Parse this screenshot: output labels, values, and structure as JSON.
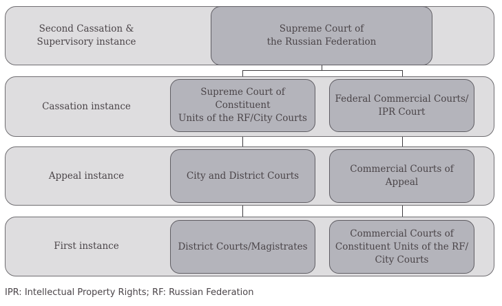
{
  "title": "Court hierarchy in the Russian Federation",
  "rows": [
    {
      "label": "Second Cassation & Supervisory instance",
      "label_lines": [
        "Second Cassation &",
        "Supervisory instance"
      ],
      "courts": [
        {
          "lines": [
            "Supreme Court of",
            "the Russian Federation"
          ]
        }
      ]
    },
    {
      "label": "Cassation instance",
      "label_lines": [
        "Cassation instance"
      ],
      "courts": [
        {
          "lines": [
            "Supreme Court of Constituent",
            "Units of the RF/City Courts"
          ]
        },
        {
          "lines": [
            "Federal Commercial Courts/",
            "IPR Court"
          ]
        }
      ]
    },
    {
      "label": "Appeal instance",
      "label_lines": [
        "Appeal instance"
      ],
      "courts": [
        {
          "lines": [
            "City and District Courts"
          ]
        },
        {
          "lines": [
            "Commercial Courts of Appeal"
          ]
        }
      ]
    },
    {
      "label": "First instance",
      "label_lines": [
        "First instance"
      ],
      "courts": [
        {
          "lines": [
            "District Courts/Magistrates"
          ]
        },
        {
          "lines": [
            "Commercial Courts of",
            "Constituent Units of the RF/",
            "City Courts"
          ]
        }
      ]
    }
  ],
  "footnote": "IPR: Intellectual Property Rights; RF: Russian Federation",
  "colors": {
    "row_fill": "#dedddf",
    "court_fill": "#b4b4bb",
    "border": "#5e5c62",
    "text": "#4a4448"
  }
}
